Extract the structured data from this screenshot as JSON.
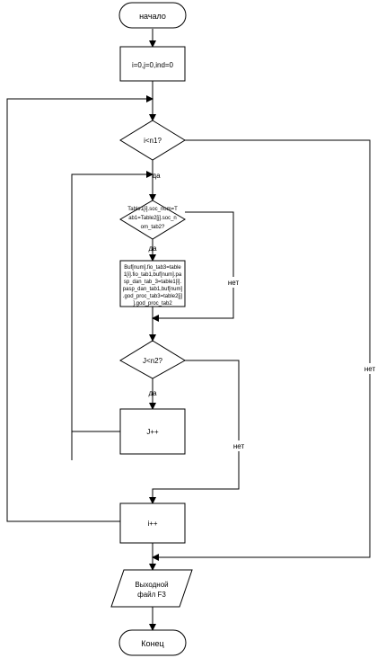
{
  "flowchart": {
    "start": "начало",
    "init": "i=0,j=0,ind=0",
    "cond_outer": "i<n1?",
    "cond_outer_yes": "да",
    "cond_outer_no": "нет",
    "cond_match": [
      "Table1[i].soc_nom=T",
      "ab1=Table2[j].soc_n",
      "om_tab2?"
    ],
    "cond_match_yes": "да",
    "cond_match_no": "нет",
    "assign": [
      "Buf[num].fio_tab3=table",
      "1[i].fio_tab1,buf[num].pa",
      "sp_dan_tab_3=table1[i].",
      "pasp_dan_tab1,buf[num]",
      ".god_proc_tab3=table2[j]",
      "].god_proc_tab2"
    ],
    "cond_inner": "J<n2?",
    "cond_inner_yes": "да",
    "cond_inner_no": "нет",
    "inc_j": "J++",
    "inc_i": "i++",
    "output": [
      "Выходной",
      "файл F3"
    ],
    "end": "Конец"
  }
}
